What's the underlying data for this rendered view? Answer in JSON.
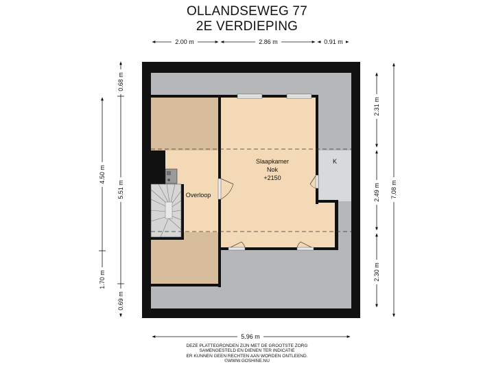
{
  "title": {
    "line1": "OLLANDSEWEG 77",
    "line2": "2E VERDIEPING"
  },
  "dimensions": {
    "top": [
      "2.00 m",
      "2.86 m",
      "0.91 m"
    ],
    "bottom": "5.96 m",
    "left_outer": [
      "0.68 m",
      "5.51 m",
      "0.69 m"
    ],
    "left_inner": [
      "4.50 m",
      "1.70 m"
    ],
    "right_inner": [
      "2.31 m",
      "2.49 m",
      "2.30 m"
    ],
    "right_outer": "7.08 m"
  },
  "rooms": {
    "slaapkamer": {
      "name": "Slaapkamer",
      "line2": "Nok",
      "line3": "+2150"
    },
    "overloop": {
      "name": "Overloop"
    },
    "k": {
      "name": "K"
    }
  },
  "disclaimer": [
    "DEZE PLATTEGRONDEN ZIJN MET DE GROOTSTE ZORG",
    "SAMENGESTELD EN DIENEN TER INDICATIE",
    "ER KUNNEN GEEN RECHTEN AAN WORDEN ONTLEEND.",
    "©WWW.GOSHINE.NU"
  ],
  "colors": {
    "wall": "#111111",
    "attic_grey": "#b5b7b9",
    "floor": "#f3d9b6",
    "low_ceiling_floor": "#d8bd9c",
    "closet": "#d8d9da"
  }
}
